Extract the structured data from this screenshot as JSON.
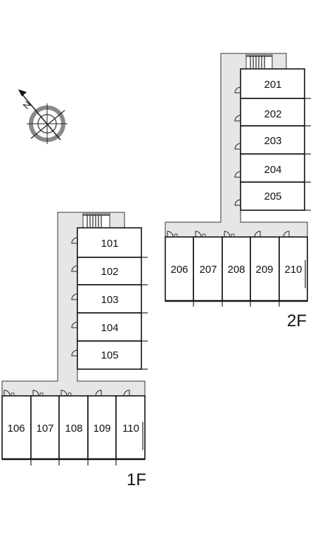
{
  "floors": {
    "first": {
      "label": "1F",
      "rooms": [
        "101",
        "102",
        "103",
        "104",
        "105",
        "106",
        "107",
        "108",
        "109",
        "110"
      ]
    },
    "second": {
      "label": "2F",
      "rooms": [
        "201",
        "202",
        "203",
        "204",
        "205",
        "206",
        "207",
        "208",
        "209",
        "210"
      ]
    }
  },
  "icons": {
    "compass": "compass-rose-icon",
    "stairs": "stairs-icon",
    "door": "door-swing-icon"
  },
  "colors": {
    "corridor": "#e6e6e6",
    "line": "#111111",
    "compass_ring": "#8a8a8a"
  }
}
